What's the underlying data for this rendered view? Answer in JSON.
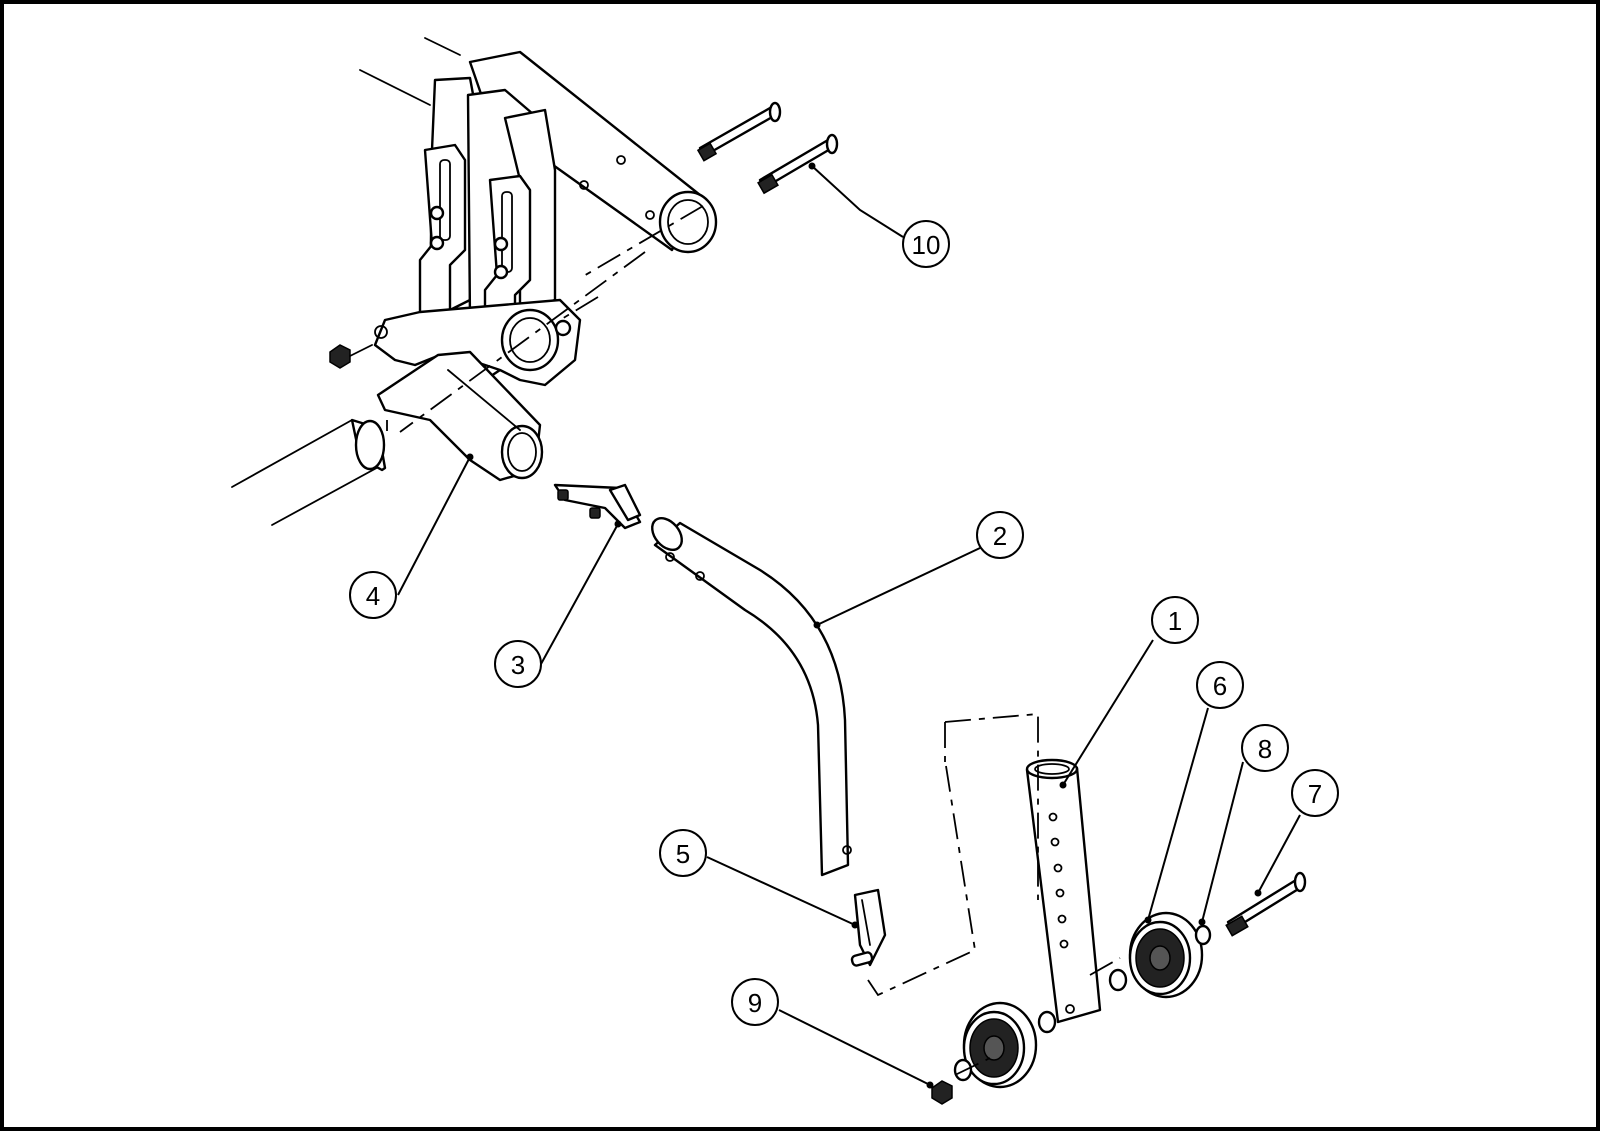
{
  "diagram": {
    "type": "exploded-assembly-drawing",
    "callouts": [
      {
        "id": "callout-1",
        "label": "1",
        "part": "caster-tube"
      },
      {
        "id": "callout-2",
        "label": "2",
        "part": "curved-anti-tip-tube"
      },
      {
        "id": "callout-3",
        "label": "3",
        "part": "spring-pin"
      },
      {
        "id": "callout-4",
        "label": "4",
        "part": "receiver-clamp"
      },
      {
        "id": "callout-5",
        "label": "5",
        "part": "snap-button"
      },
      {
        "id": "callout-6",
        "label": "6",
        "part": "wheel"
      },
      {
        "id": "callout-7",
        "label": "7",
        "part": "axle-bolt"
      },
      {
        "id": "callout-8",
        "label": "8",
        "part": "washer"
      },
      {
        "id": "callout-9",
        "label": "9",
        "part": "lock-nut"
      },
      {
        "id": "callout-10",
        "label": "10",
        "part": "mounting-bolt"
      }
    ]
  }
}
